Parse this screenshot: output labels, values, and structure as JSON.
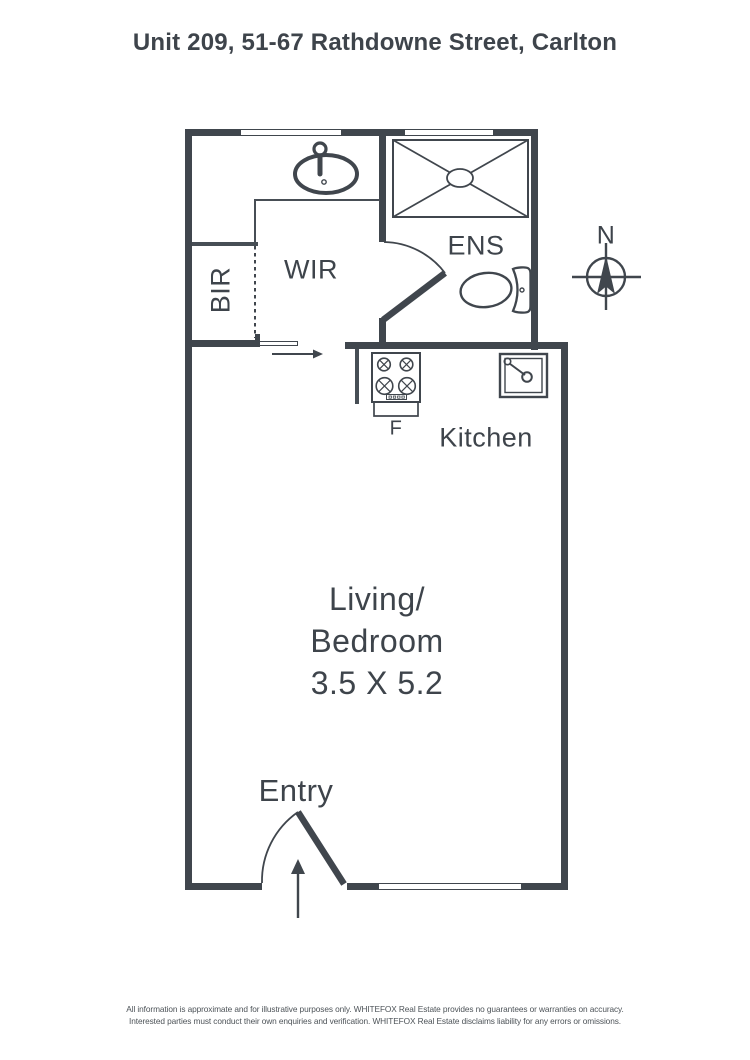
{
  "title": "Unit 209, 51-67 Rathdowne Street, Carlton",
  "colors": {
    "wall": "#40464d",
    "thin_line": "#474e55",
    "text": "#3e444b",
    "disclaimer_text": "#4d5358",
    "background": "#ffffff"
  },
  "floor_plan": {
    "rooms": {
      "bir": {
        "label": "BIR"
      },
      "wir": {
        "label": "WIR"
      },
      "ens": {
        "label": "ENS"
      },
      "kitchen": {
        "label": "Kitchen"
      },
      "living": {
        "label_line1": "Living/",
        "label_line2": "Bedroom",
        "dimensions": "3.5 X 5.2"
      },
      "entry": {
        "label": "Entry"
      }
    },
    "appliances": {
      "fridge_label": "F"
    },
    "fixtures": [
      "vanity-basin",
      "shower",
      "toilet",
      "cooktop",
      "oven",
      "kitchen-sink"
    ],
    "compass": {
      "north_label": "N"
    }
  },
  "disclaimer": {
    "line1": "All information is approximate and for illustrative purposes only. WHITEFOX Real Estate provides no guarantees or warranties on accuracy.",
    "line2": "Interested parties must conduct their own enquiries and verification. WHITEFOX Real Estate disclaims liability for any errors or omissions."
  }
}
